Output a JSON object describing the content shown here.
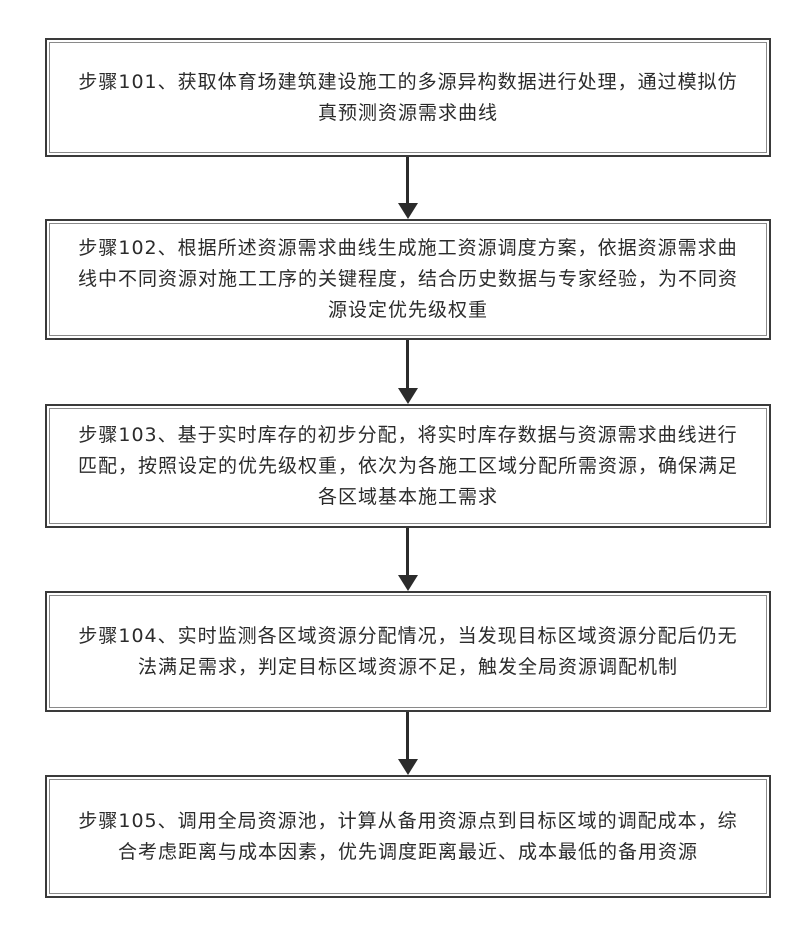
{
  "steps": [
    {
      "text": "步骤101、获取体育场建筑建设施工的多源异构数据进行处理，通过模拟仿真预测资源需求曲线"
    },
    {
      "text": "步骤102、根据所述资源需求曲线生成施工资源调度方案，依据资源需求曲线中不同资源对施工工序的关键程度，结合历史数据与专家经验，为不同资源设定优先级权重"
    },
    {
      "text": "步骤103、基于实时库存的初步分配，将实时库存数据与资源需求曲线进行匹配，按照设定的优先级权重，依次为各施工区域分配所需资源，确保满足各区域基本施工需求"
    },
    {
      "text": "步骤104、实时监测各区域资源分配情况，当发现目标区域资源分配后仍无法满足需求，判定目标区域资源不足，触发全局资源调配机制"
    },
    {
      "text": "步骤105、调用全局资源池，计算从备用资源点到目标区域的调配成本，综合考虑距离与成本因素，优先调度距离最近、成本最低的备用资源"
    }
  ]
}
